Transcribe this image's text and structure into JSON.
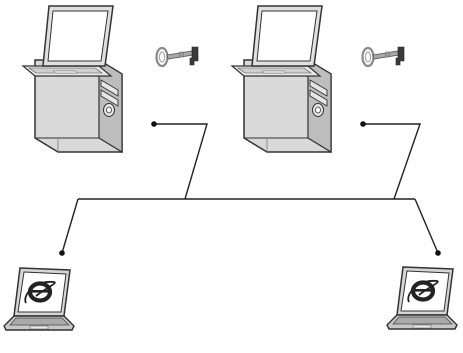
{
  "diagram": {
    "nodes": [
      {
        "id": "server-left",
        "kind": "server",
        "icon": "server-tower-with-laptop-icon",
        "accessory": "key-icon"
      },
      {
        "id": "server-right",
        "kind": "server",
        "icon": "server-tower-with-laptop-icon",
        "accessory": "key-icon"
      },
      {
        "id": "client-left",
        "kind": "client",
        "icon": "laptop-icon",
        "screen_icon": "browser-logo-icon"
      },
      {
        "id": "client-right",
        "kind": "client",
        "icon": "laptop-icon",
        "screen_icon": "browser-logo-icon"
      }
    ],
    "links": [
      {
        "from": "server-left",
        "to": "bus"
      },
      {
        "from": "server-right",
        "to": "bus"
      },
      {
        "from": "bus",
        "to": "client-left"
      },
      {
        "from": "bus",
        "to": "client-right"
      }
    ],
    "colors": {
      "stroke": "#333333",
      "casing": "#d9d9d9",
      "casing_dark": "#bdbdbd",
      "screen": "#ffffff",
      "key": "#a8a8a8",
      "browser_logo": "#222222"
    }
  }
}
